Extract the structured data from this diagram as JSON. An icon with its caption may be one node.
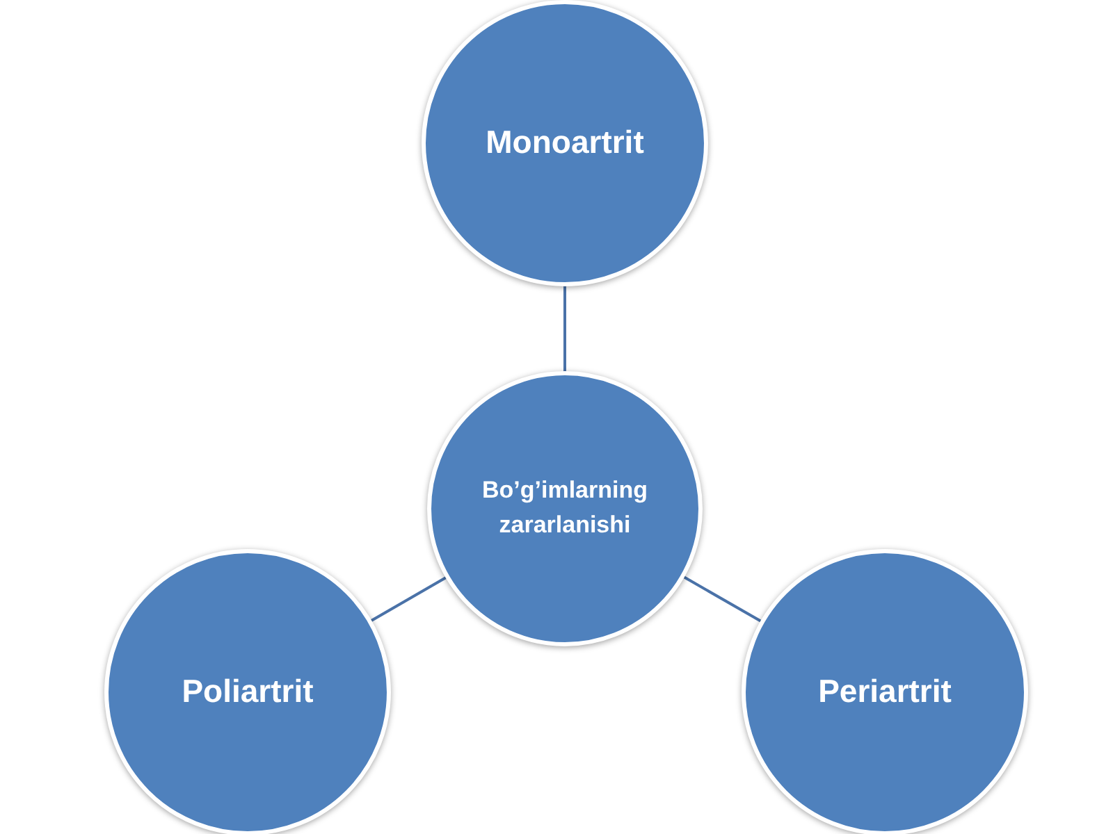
{
  "diagram": {
    "nodes": [
      {
        "text": [
          "Bo’g’imlarning zararlanishi"
        ]
      },
      {
        "text": [
          "Monoartrit"
        ]
      },
      {
        "text": [
          "Poliartrit"
        ]
      },
      {
        "text": [
          "Periartrit"
        ]
      }
    ],
    "edges": [
      {
        "from": 0,
        "to": 1,
        "arrow": "none"
      },
      {
        "from": 0,
        "to": 2,
        "arrow": "none"
      },
      {
        "from": 0,
        "to": 3,
        "arrow": "none"
      }
    ]
  }
}
